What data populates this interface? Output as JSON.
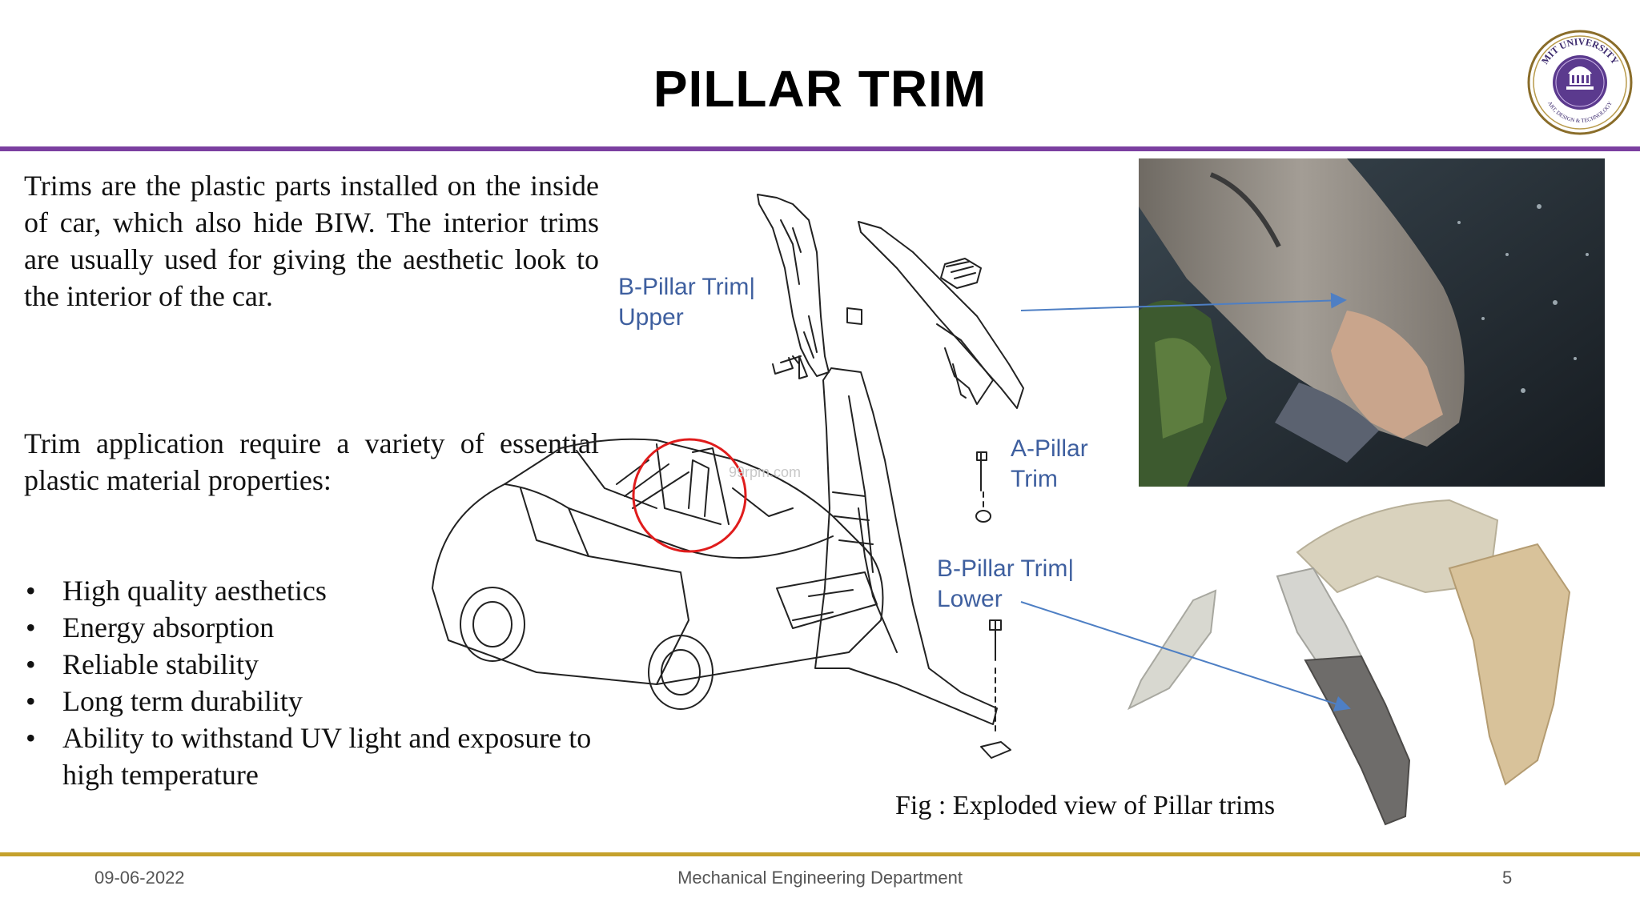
{
  "slide": {
    "title": "PILLAR TRIM",
    "paragraph_1": "Trims are the plastic parts installed on the inside of car, which also hide BIW. The interior trims are usually used for giving the aesthetic look to the interior of the car.",
    "paragraph_2": "Trim application require a variety of essential plastic material properties:",
    "bullet_marker": "•",
    "bullets": [
      "High quality aesthetics",
      "Energy absorption",
      "Reliable stability",
      "Long term durability",
      "Ability to withstand UV light and exposure to high temperature"
    ],
    "caption": "Fig : Exploded view of Pillar trims",
    "callouts": {
      "b_pillar_upper_1": "B-Pillar Trim|",
      "b_pillar_upper_2": "Upper",
      "a_pillar_1": "A-Pillar",
      "a_pillar_2": "Trim",
      "b_pillar_lower_1": "B-Pillar Trim|",
      "b_pillar_lower_2": "Lower"
    },
    "watermark": "99rpm.com"
  },
  "logo": {
    "text_top": "MIT UNIVERSITY",
    "text_bottom": "ART, DESIGN & TECHNOLOGY"
  },
  "footer": {
    "date": "09-06-2022",
    "department": "Mechanical Engineering Department",
    "page": "5"
  },
  "colors": {
    "top_rule": "#7b3fa0",
    "bottom_rule": "#c5a12c",
    "callout_text": "#3e5f9f",
    "highlight_circle": "#e01c1c"
  }
}
